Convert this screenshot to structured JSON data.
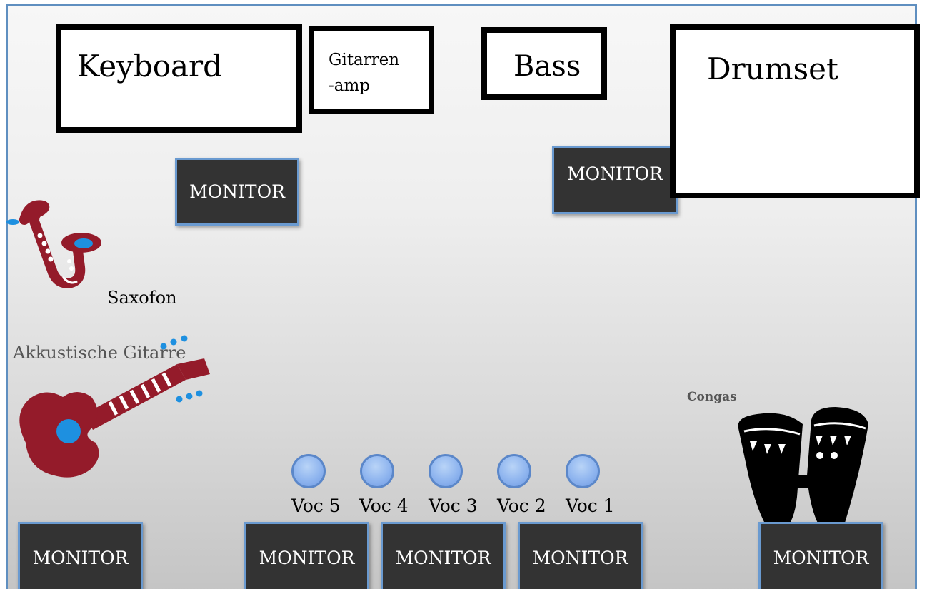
{
  "colors": {
    "frame": "#5f8fc0",
    "monitor_fill": "#333333",
    "monitor_border": "#6a9ad0",
    "instrument_red": "#941b2a",
    "accent_blue": "#1e90e0",
    "mic_blue": "#8fb5ef"
  },
  "equipment": {
    "keyboard": "Keyboard",
    "guitar_amp_line1": "Gitarren",
    "guitar_amp_line2": "-amp",
    "bass": "Bass",
    "drumset": "Drumset"
  },
  "monitor_label": "MONITOR",
  "instruments": {
    "saxophone": {
      "label": "Saxofon",
      "icon": "saxophone-icon"
    },
    "acoustic_guitar": {
      "label": "Akkustische Gitarre",
      "icon": "guitar-icon"
    },
    "congas": {
      "label": "Congas",
      "icon": "congas-icon"
    }
  },
  "vocals": [
    "Voc 5",
    "Voc 4",
    "Voc 3",
    "Voc 2",
    "Voc 1"
  ]
}
